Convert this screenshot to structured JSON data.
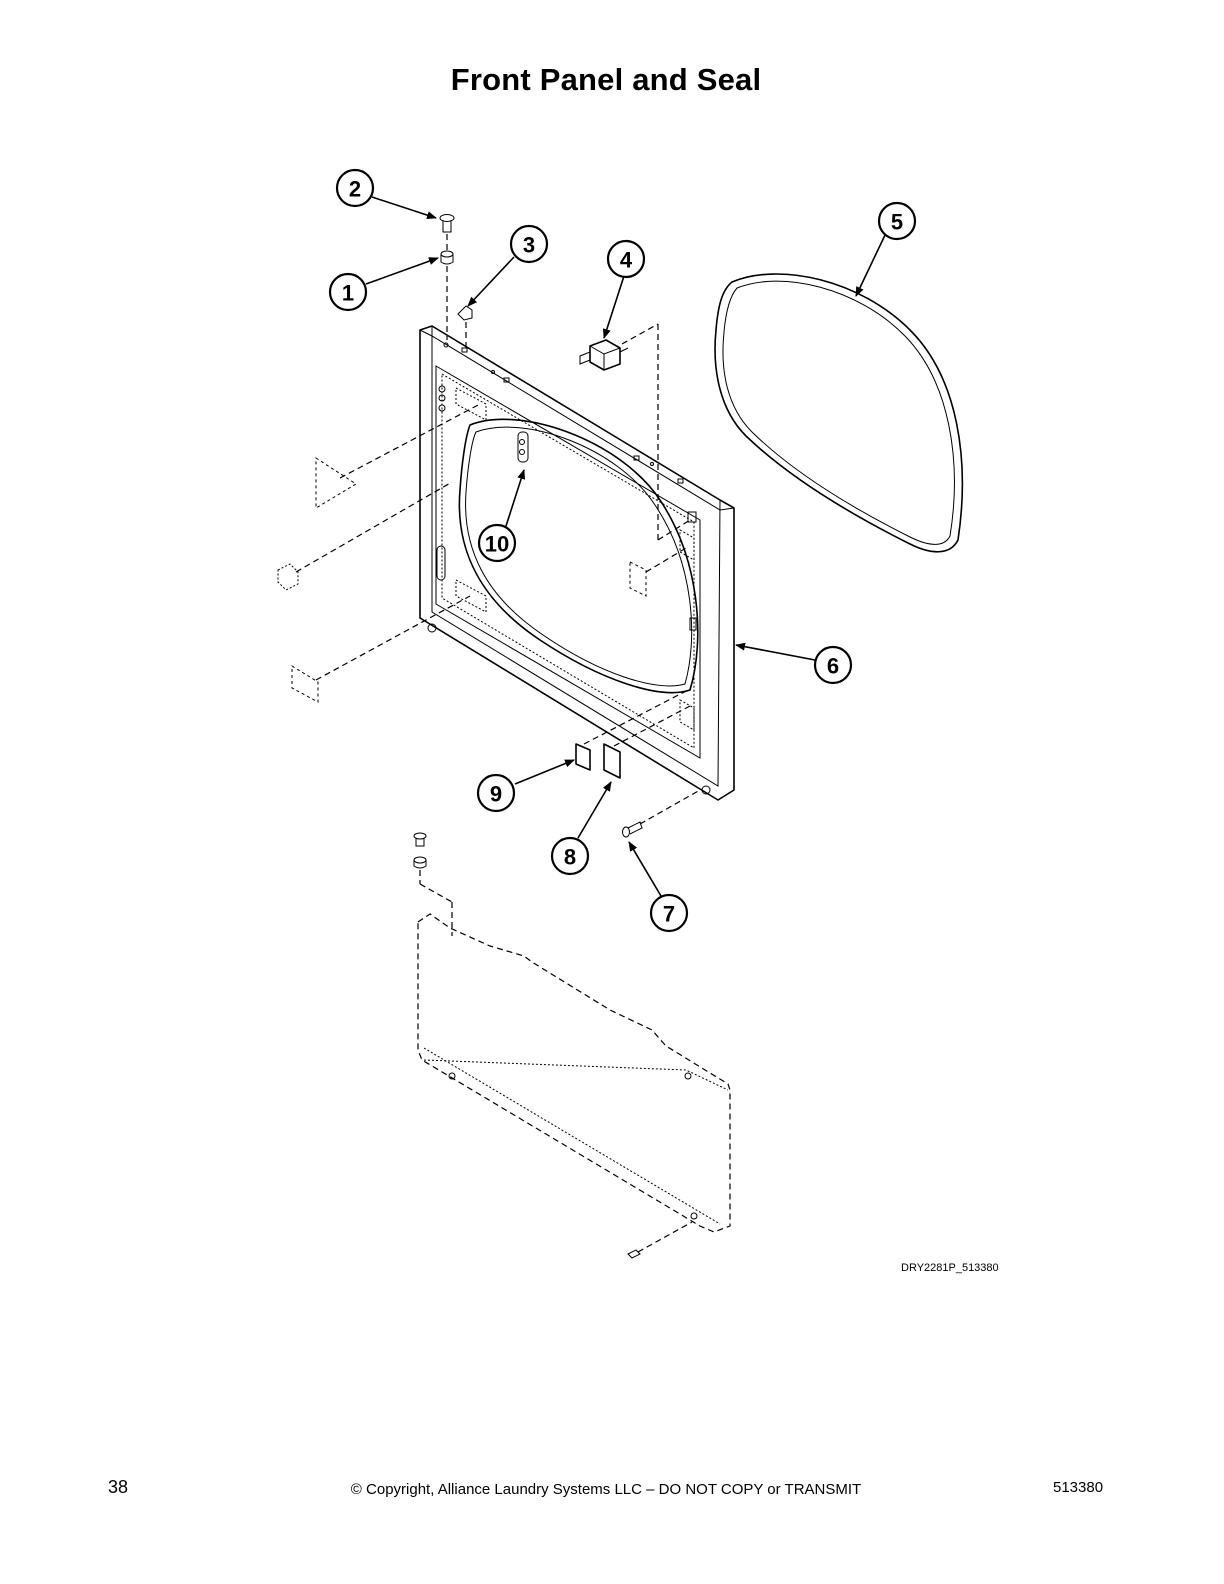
{
  "title": "Front Panel and Seal",
  "callouts": [
    "1",
    "2",
    "3",
    "4",
    "5",
    "6",
    "7",
    "8",
    "9",
    "10"
  ],
  "diagram_code": "DRY2281P_513380",
  "footer": {
    "page_number": "38",
    "copyright": "© Copyright, Alliance Laundry Systems LLC – DO NOT COPY or TRANSMIT",
    "doc_number": "513380"
  }
}
